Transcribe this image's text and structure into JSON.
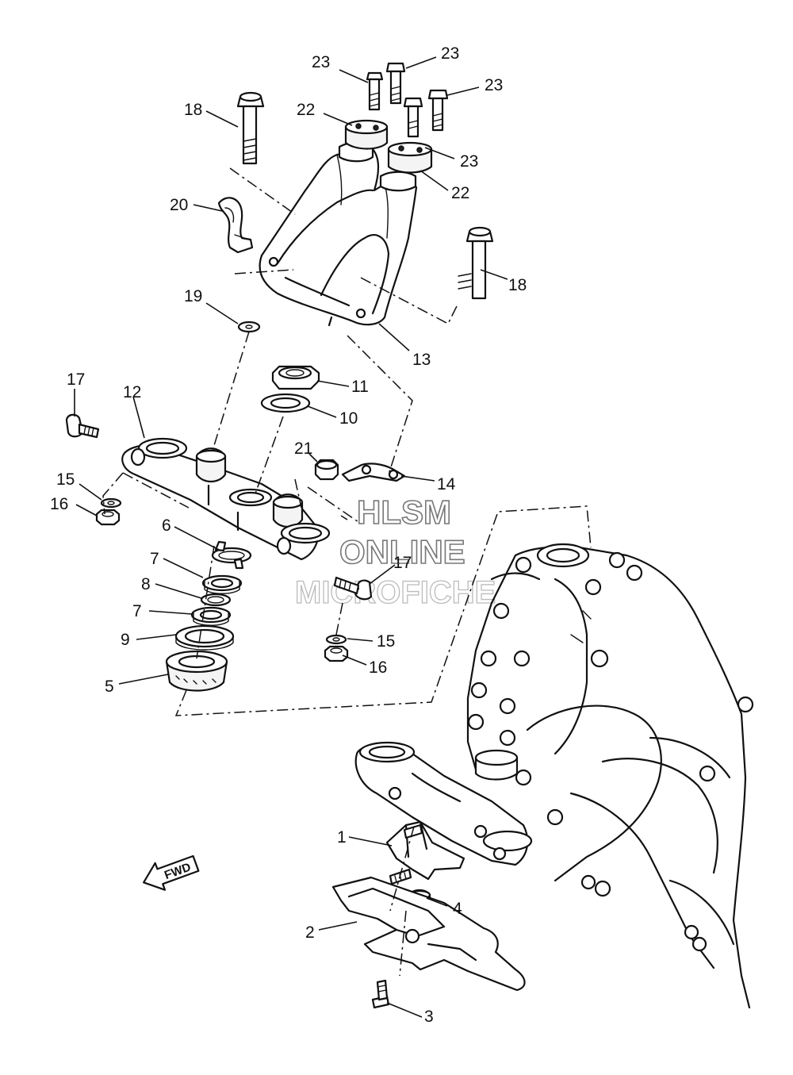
{
  "diagram": {
    "callouts": {
      "c1": "1",
      "c2": "2",
      "c3": "3",
      "c4": "4",
      "c5": "5",
      "c6": "6",
      "c7a": "7",
      "c7b": "7",
      "c8": "8",
      "c9": "9",
      "c10": "10",
      "c11": "11",
      "c12": "12",
      "c13": "13",
      "c14": "14",
      "c15a": "15",
      "c15b": "15",
      "c16a": "16",
      "c16b": "16",
      "c17a": "17",
      "c17b": "17",
      "c18a": "18",
      "c18b": "18",
      "c19": "19",
      "c20": "20",
      "c21": "21",
      "c22a": "22",
      "c22b": "22",
      "c23a": "23",
      "c23b": "23",
      "c23c": "23",
      "c23d": "23"
    },
    "fwd_label": "FWD",
    "watermark": {
      "line1": "HLSM",
      "line2": "ONLINE",
      "line3": "MICROFICHE"
    }
  }
}
